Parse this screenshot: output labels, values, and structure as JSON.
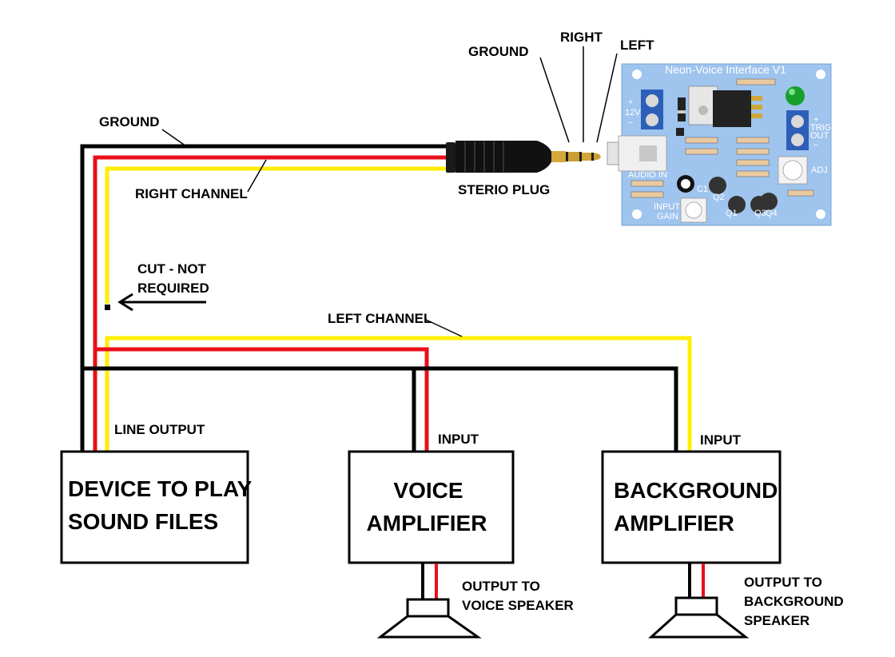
{
  "labels": {
    "ground_top": "GROUND",
    "right_top": "RIGHT",
    "left_top": "LEFT",
    "ground_wire": "GROUND",
    "right_channel": "RIGHT CHANNEL",
    "stereo_plug": "STERIO PLUG",
    "cut_line1": "CUT - NOT",
    "cut_line2": "REQUIRED",
    "left_channel": "LEFT CHANNEL",
    "line_output": "LINE OUTPUT",
    "voice_input": "INPUT",
    "bg_input": "INPUT",
    "voice_output_line1": "OUTPUT TO",
    "voice_output_line2": "VOICE SPEAKER",
    "bg_output_line1": "OUTPUT TO",
    "bg_output_line2": "BACKGROUND",
    "bg_output_line3": "SPEAKER"
  },
  "boxes": {
    "device": [
      "DEVICE TO PLAY",
      "SOUND FILES"
    ],
    "voice_amp": [
      "VOICE",
      "AMPLIFIER"
    ],
    "bg_amp": [
      "BACKGROUND",
      "AMPLIFIER"
    ]
  },
  "pcb": {
    "title": "Neon-Voice Interface V1",
    "plus_left": "+",
    "v12": "12V",
    "minus_left": "−",
    "plus_right": "+",
    "trig": "TRIG",
    "out": "OUT",
    "minus_right": "−",
    "audio_in": "AUDIO IN",
    "adj": "ADJ",
    "input": "INPUT",
    "gain": "GAIN",
    "c1": "C1",
    "q2": "Q2",
    "q3": "Q3",
    "q4": "Q4",
    "q1": "Q1"
  },
  "colors": {
    "ground": "#000000",
    "right": "#e8101a",
    "left": "#ffee00",
    "pcb": "#9fc4ee"
  }
}
